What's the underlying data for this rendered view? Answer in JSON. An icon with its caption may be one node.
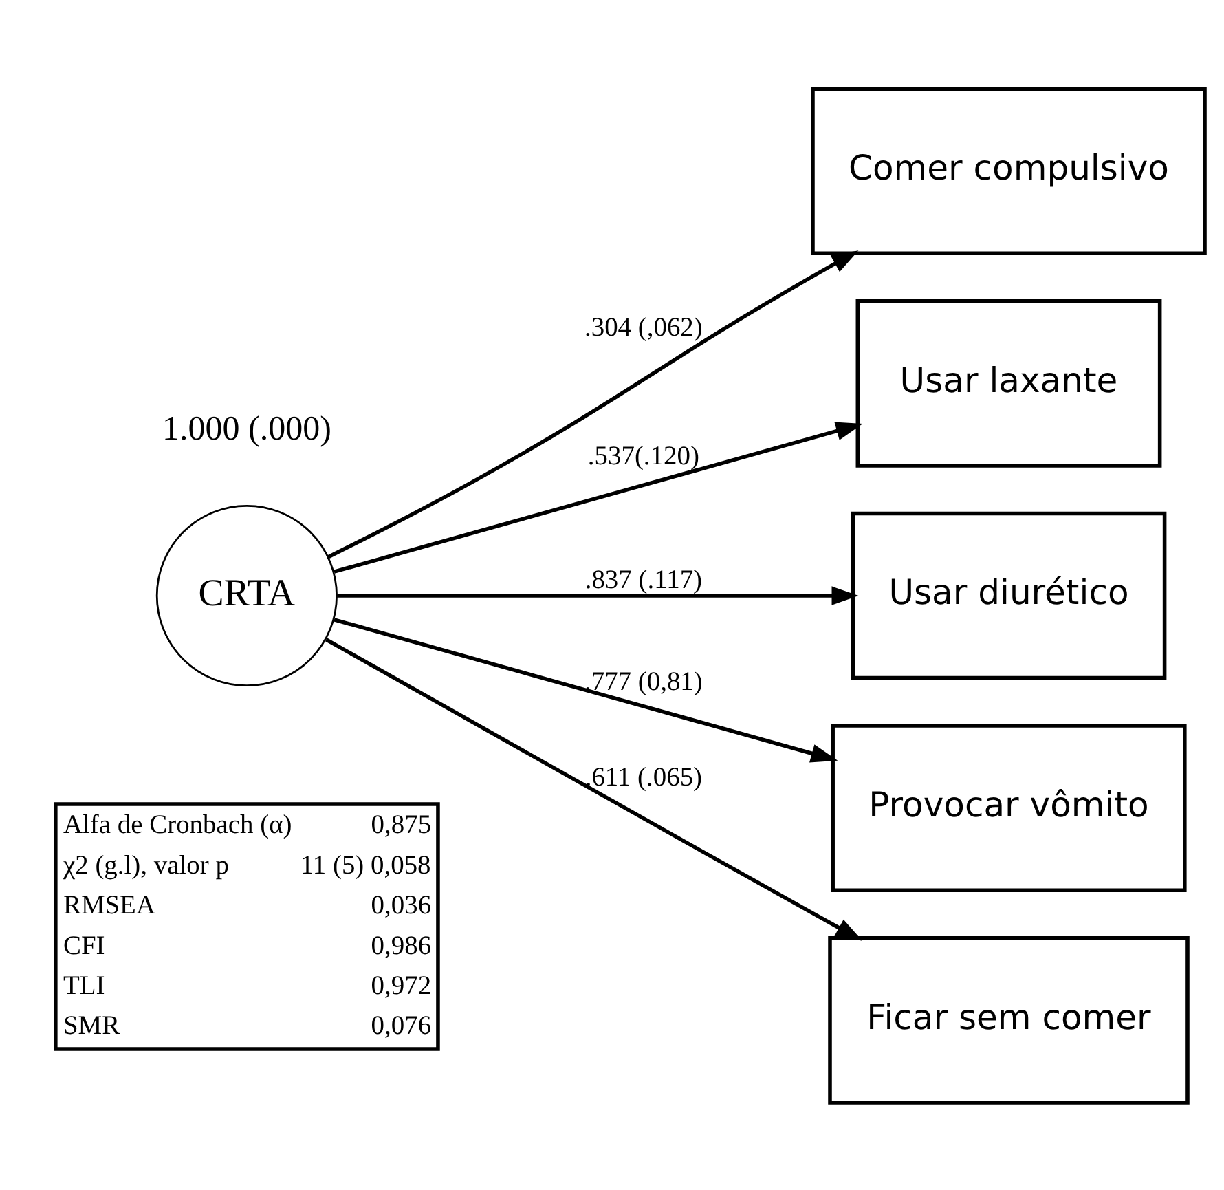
{
  "diagram": {
    "nodes": [
      {
        "text": [
          "CRTA"
        ],
        "beside": [
          "1.000 (.000)"
        ]
      },
      {
        "text": [
          "Comer compulsivo"
        ]
      },
      {
        "text": [
          "Usar laxante"
        ]
      },
      {
        "text": [
          "Usar diurético"
        ]
      },
      {
        "text": [
          "Provocar vômito"
        ]
      },
      {
        "text": [
          "Ficar sem comer"
        ]
      }
    ],
    "edges": [
      {
        "from": 0,
        "to": 1,
        "arrow": "to",
        "label": ".304 (,062)"
      },
      {
        "from": 0,
        "to": 2,
        "arrow": "to",
        "label": ".537(.120)"
      },
      {
        "from": 0,
        "to": 3,
        "arrow": "to",
        "label": ".837 (.117)"
      },
      {
        "from": 0,
        "to": 4,
        "arrow": "to",
        "label": ".777 (0,81)"
      },
      {
        "from": 0,
        "to": 5,
        "arrow": "to",
        "label": ".611 (.065)"
      }
    ],
    "labels": [
      "Alfa de Cronbach (α)",
      "0,875",
      "χ2 (g.l), valor p",
      "11 (5) 0,058",
      "RMSEA",
      "0,036",
      "CFI",
      "0,986",
      "TLI",
      "0,972",
      "SMR",
      "0,076"
    ]
  }
}
